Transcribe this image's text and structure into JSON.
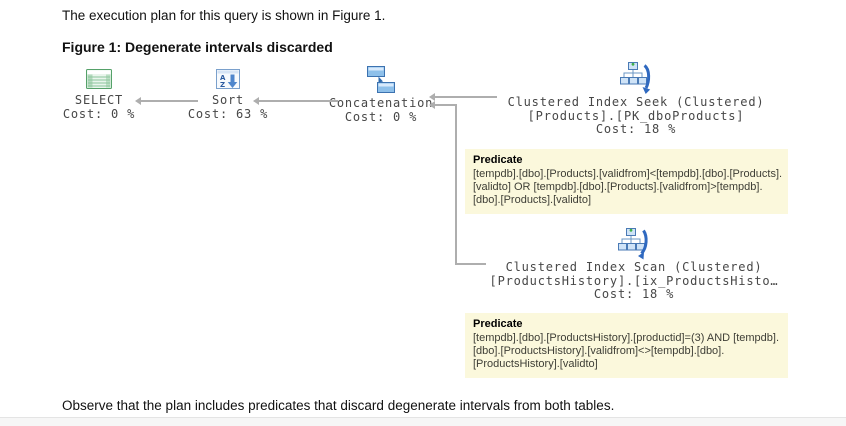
{
  "page": {
    "intro_text": "The execution plan for this query is shown in Figure 1.",
    "figure_caption": "Figure 1: Degenerate intervals discarded",
    "closing_text": "Observe that the plan includes predicates that discard degenerate intervals from both tables."
  },
  "plan": {
    "nodes": {
      "select": {
        "icon": "result-grid-icon",
        "name": "SELECT",
        "cost": "Cost: 0 %"
      },
      "sort": {
        "icon": "sort-icon",
        "name": "Sort",
        "cost": "Cost: 63 %"
      },
      "concatenation": {
        "icon": "concatenation-icon",
        "name": "Concatenation",
        "cost": "Cost: 0 %"
      },
      "seek": {
        "icon": "clustered-index-seek-icon",
        "name": "Clustered Index Seek (Clustered)",
        "object": "[Products].[PK_dboProducts]",
        "cost": "Cost: 18 %"
      },
      "scan": {
        "icon": "clustered-index-scan-icon",
        "name": "Clustered Index Scan (Clustered)",
        "object": "[ProductsHistory].[ix_ProductsHisto…",
        "cost": "Cost: 18 %"
      }
    },
    "tooltips": {
      "seek_predicate": {
        "title": "Predicate",
        "lines": [
          "[tempdb].[dbo].[Products].[validfrom]<[tempdb].[dbo].[Products].",
          "[validto] OR [tempdb].[dbo].[Products].[validfrom]>[tempdb].",
          "[dbo].[Products].[validto]"
        ]
      },
      "scan_predicate": {
        "title": "Predicate",
        "lines": [
          "[tempdb].[dbo].[ProductsHistory].[productid]=(3) AND [tempdb].",
          "[dbo].[ProductsHistory].[validfrom]<>[tempdb].[dbo].",
          "[ProductsHistory].[validto]"
        ]
      }
    }
  },
  "colors": {
    "tooltip_bg": "#fbf8dc",
    "connector": "#aeaeae",
    "plan_text": "#474747",
    "footer_bg": "#f6f6f6"
  }
}
